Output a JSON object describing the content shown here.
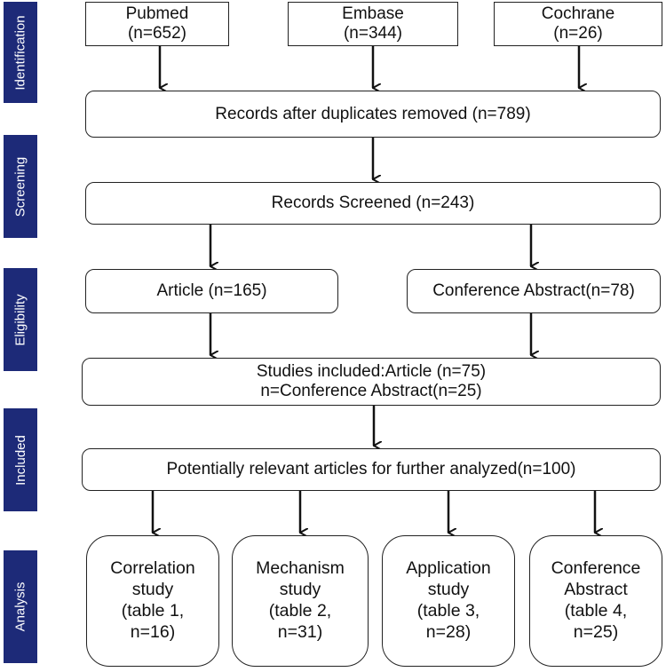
{
  "phases": [
    "Identification",
    "Screening",
    "Eligibility",
    "Included",
    "Analysis"
  ],
  "sources": [
    {
      "name": "Pubmed",
      "count": "(n=652)"
    },
    {
      "name": "Embase",
      "count": "(n=344)"
    },
    {
      "name": "Cochrane",
      "count": "(n=26)"
    }
  ],
  "duplicates_removed": "Records after duplicates removed (n=789)",
  "screened": "Records Screened (n=243)",
  "eligibility": {
    "article": "Article (n=165)",
    "conference": "Conference Abstract(n=78)"
  },
  "included": {
    "line1": "Studies included:Article (n=75)",
    "line2": "n=Conference Abstract(n=25)"
  },
  "relevant": "Potentially relevant articles for further analyzed(n=100)",
  "analysis": [
    {
      "line1": "Correlation",
      "line2": "study",
      "line3": "(table 1,",
      "line4": "n=16)"
    },
    {
      "line1": "Mechanism",
      "line2": "study",
      "line3": "(table 2,",
      "line4": "n=31)"
    },
    {
      "line1": "Application",
      "line2": "study",
      "line3": "(table 3,",
      "line4": "n=28)"
    },
    {
      "line1": "Conference",
      "line2": "Abstract",
      "line3": "(table 4,",
      "line4": "n=25)"
    }
  ]
}
